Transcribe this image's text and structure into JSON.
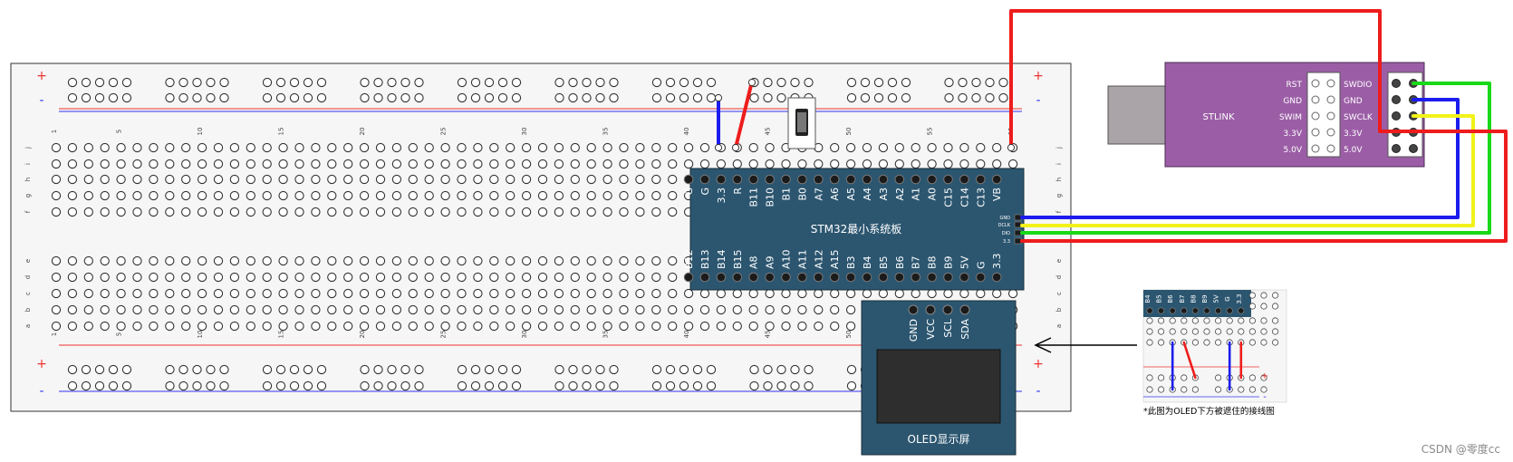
{
  "breadboard": {
    "rail_plus": "+",
    "rail_minus": "-",
    "column_numbers": [
      "1",
      "5",
      "10",
      "15",
      "20",
      "25",
      "30",
      "35",
      "40",
      "45",
      "50",
      "55",
      "60"
    ],
    "rows_top": [
      "j",
      "i",
      "h",
      "g",
      "f"
    ],
    "rows_bottom": [
      "e",
      "d",
      "c",
      "b",
      "a"
    ]
  },
  "stm32": {
    "title": "STM32最小系统板",
    "top_pins": [
      "G",
      "G",
      "3.3",
      "R",
      "B11",
      "B10",
      "B1",
      "B0",
      "A7",
      "A6",
      "A5",
      "A4",
      "A3",
      "A2",
      "A1",
      "A0",
      "C15",
      "C14",
      "C13",
      "VB"
    ],
    "bottom_pins": [
      "B12",
      "B13",
      "B14",
      "B15",
      "A8",
      "A9",
      "A10",
      "A11",
      "A12",
      "A15",
      "B3",
      "B4",
      "B5",
      "B6",
      "B7",
      "B8",
      "B9",
      "5V",
      "G",
      "3.3"
    ],
    "side_pins": [
      "GND",
      "DCLK",
      "DIO",
      "3.3"
    ]
  },
  "stlink": {
    "name": "STLINK",
    "left_labels": [
      "RST",
      "GND",
      "SWIM",
      "3.3V",
      "5.0V"
    ],
    "right_labels": [
      "SWDIO",
      "GND",
      "SWCLK",
      "3.3V",
      "5.0V"
    ]
  },
  "oled": {
    "pins": [
      "GND",
      "VCC",
      "SCL",
      "SDA"
    ],
    "label": "OLED显示屏"
  },
  "inset": {
    "pins": [
      "B4",
      "B5",
      "B6",
      "B7",
      "B8",
      "B9",
      "5V",
      "G",
      "3.3"
    ],
    "caption": "*此图为OLED下方被遮住的接线图",
    "plus": "+",
    "minus": "-"
  },
  "wire_colors": {
    "red": "#ee1c1c",
    "blue": "#1c1cee",
    "green": "#18d818",
    "yellow": "#f2f21a"
  },
  "component_colors": {
    "stm32_board": "#2c5670",
    "oled_board": "#2c5670",
    "stlink_body": "#9b5ea6",
    "usb_plug": "#aaa4a8",
    "breadboard_bg": "#f6f6f6"
  },
  "watermark": "CSDN @零度cc"
}
